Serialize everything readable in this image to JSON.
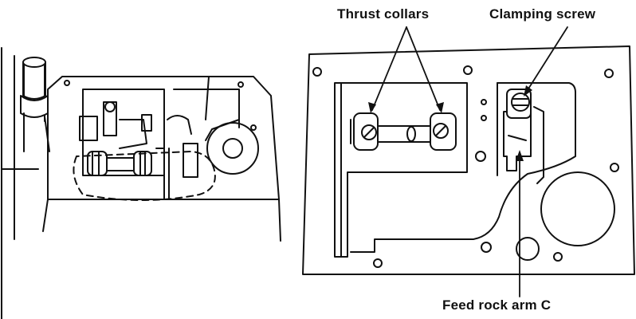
{
  "labels": {
    "thrust_collars": "Thrust collars",
    "clamping_screw": "Clamping screw",
    "feed_rock_arm": "Feed rock arm C"
  },
  "colors": {
    "line": "#111111",
    "background": "#ffffff"
  }
}
